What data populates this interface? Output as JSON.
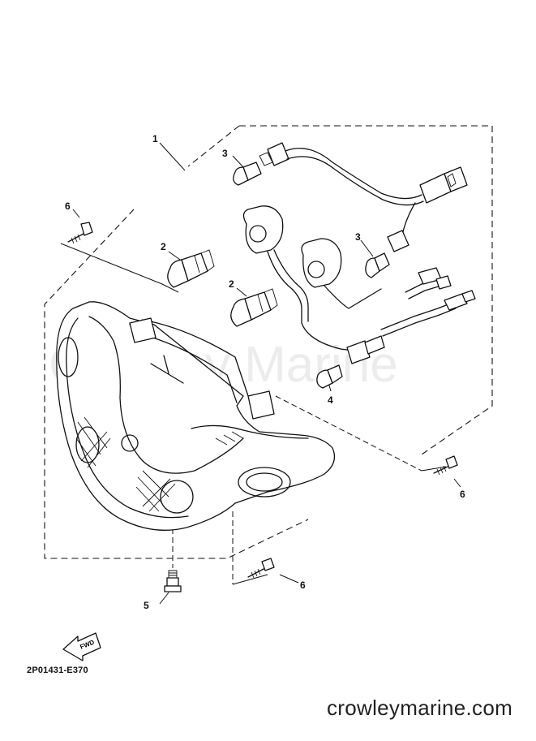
{
  "diagram": {
    "callouts": {
      "c1": "1",
      "c2a": "2",
      "c2b": "2",
      "c3a": "3",
      "c3b": "3",
      "c4": "4",
      "c5": "5",
      "c6a": "6",
      "c6b": "6",
      "c6c": "6"
    },
    "fwd_label": "FWD",
    "watermark": "Crowley Marine",
    "part_code": "2P01431-E370",
    "site_url": "crowleymarine.com"
  }
}
